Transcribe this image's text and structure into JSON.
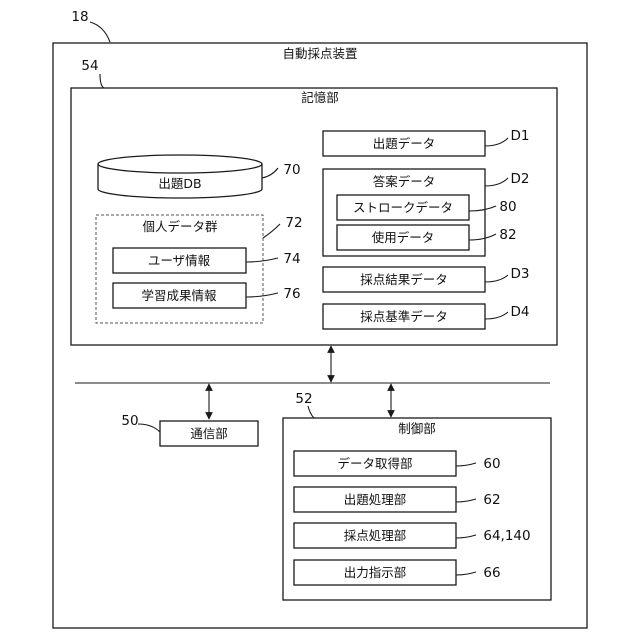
{
  "device": {
    "title": "自動採点装置",
    "ref": "18"
  },
  "storage": {
    "title": "記憶部",
    "ref": "54",
    "question_db": {
      "label": "出題DB",
      "ref": "70"
    },
    "personal_group": {
      "label": "個人データ群",
      "ref": "72",
      "user_info": {
        "label": "ユーザ情報",
        "ref": "74"
      },
      "learning_info": {
        "label": "学習成果情報",
        "ref": "76"
      }
    },
    "question_data": {
      "label": "出題データ",
      "ref": "D1"
    },
    "answer_data": {
      "label": "答案データ",
      "ref": "D2",
      "stroke_data": {
        "label": "ストロークデータ",
        "ref": "80"
      },
      "usage_data": {
        "label": "使用データ",
        "ref": "82"
      }
    },
    "score_result_data": {
      "label": "採点結果データ",
      "ref": "D3"
    },
    "score_criteria_data": {
      "label": "採点基準データ",
      "ref": "D4"
    }
  },
  "communication": {
    "label": "通信部",
    "ref": "50"
  },
  "control": {
    "title": "制御部",
    "ref": "52",
    "data_acquisition": {
      "label": "データ取得部",
      "ref": "60"
    },
    "question_processing": {
      "label": "出題処理部",
      "ref": "62"
    },
    "scoring_processing": {
      "label": "採点処理部",
      "ref": "64,140"
    },
    "output_instruction": {
      "label": "出力指示部",
      "ref": "66"
    }
  }
}
